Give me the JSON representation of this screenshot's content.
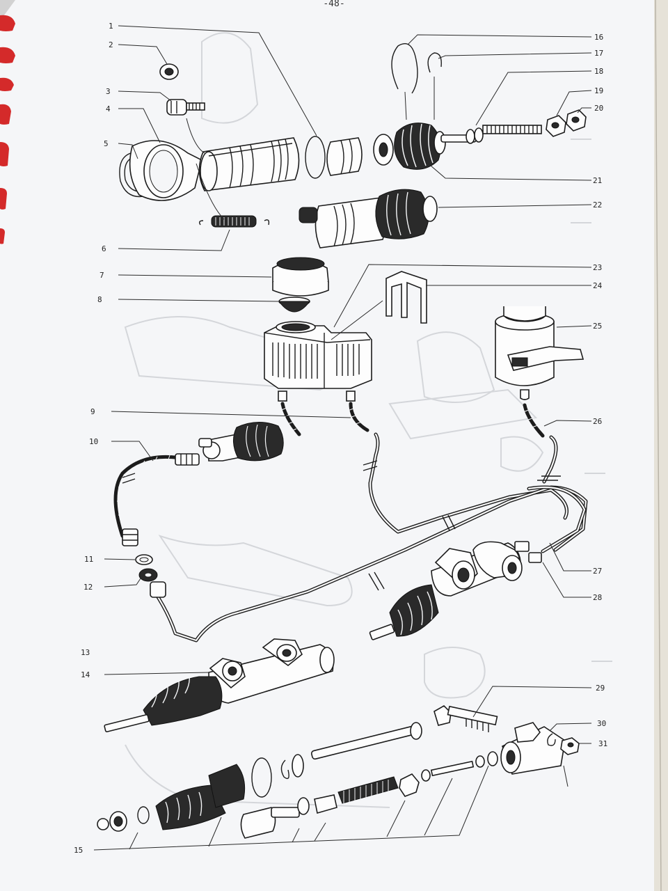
{
  "page_number": "-48-",
  "callouts": {
    "n1": "1",
    "n2": "2",
    "n3": "3",
    "n4": "4",
    "n5": "5",
    "n6": "6",
    "n7": "7",
    "n8": "8",
    "n9": "9",
    "n10": "10",
    "n11": "11",
    "n12": "12",
    "n13": "13",
    "n14": "14",
    "n15": "15",
    "n16": "16",
    "n17": "17",
    "n18": "18",
    "n19": "19",
    "n20": "20",
    "n21": "21",
    "n22": "22",
    "n23": "23",
    "n24": "24",
    "n25": "25",
    "n26": "26",
    "n27": "27",
    "n28": "28",
    "n29": "29",
    "n30": "30",
    "n31": "31"
  },
  "colors": {
    "paper": "#f5f6f8",
    "ink": "#1c1c1c",
    "binding_ring": "#d42a2a",
    "backdrop": "#cfcfcf"
  }
}
